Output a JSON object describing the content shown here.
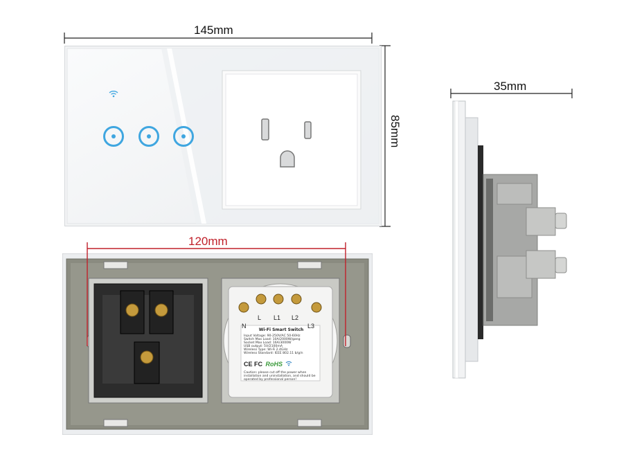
{
  "dimensions": {
    "width": "145mm",
    "height": "85mm",
    "depth": "35mm",
    "mounting": "120mm"
  },
  "module_label": {
    "title": "Wi-Fi Smart Switch",
    "specs": [
      "Input Voltage: 90-250V/AC 50-60Hz",
      "Switch Max Load: 10A/2000W/gang",
      "Socket Max Load: 16A/3000W",
      "USB output: 5V/2100mA",
      "Wireless Type: Wi-Fi 2.4GHz",
      "Wireless Standard: IEEE 802.11 b/g/n"
    ],
    "cert_marks": "CE FC",
    "rohs": "RoHS",
    "caution": [
      "Caution: please cut off the power when",
      "installation and uninstallation, and should be",
      "operated by professional person!"
    ]
  },
  "terminals": [
    "N",
    "L",
    "L1",
    "L2",
    "L3"
  ],
  "colors": {
    "glass": "#f4f5f6",
    "touch_ring": "#3fa6e0",
    "backplate": "#8a8b80",
    "dim_line_red": "#c0202a"
  }
}
